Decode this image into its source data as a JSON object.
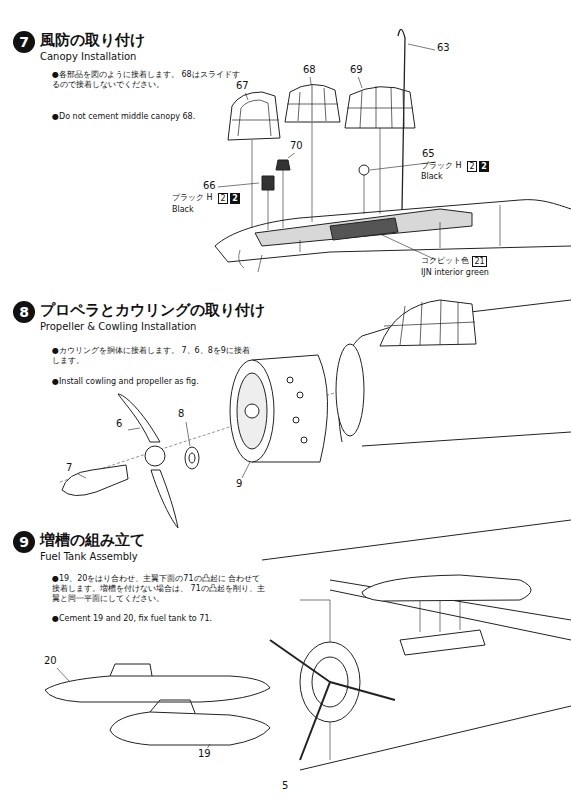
{
  "diagram": {
    "nodes": [
      {
        "text": [
          "7"
        ]
      },
      {
        "text": [
          "2"
        ]
      },
      {
        "text": [
          "2"
        ]
      },
      {
        "text": [
          "2"
        ]
      },
      {
        "text": [
          "2"
        ]
      },
      {
        "text": [
          "21"
        ]
      },
      {
        "text": [
          "8"
        ]
      },
      {
        "text": [
          "9"
        ]
      }
    ],
    "labels": [
      "風防の取り付け",
      "Canopy Installation",
      "●各部品を図のように接着します。 68はスライドするので接着しないでください。",
      "●Do not cement middle canopy 68.",
      "63",
      "67",
      "68",
      "69",
      "70",
      "65",
      "ブラック H",
      "Black",
      "66",
      "ブラック H",
      "Black",
      "コクピット色",
      "IJN interior green",
      "プロペラとカウリングの取り付け",
      "Propeller & Cowling Installation",
      "●カウリングを胴体に接着します。 7、6、8を9に接着します。",
      "●Install cowling and propeller as fig.",
      "6",
      "8",
      "7",
      "9",
      "増槽の組み立て",
      "Fuel Tank Assembly",
      "●19、20をはり合わせ、主翼下面の71の凸起に 合わせて接着します。増槽を付けない場合は、 71の凸起を削り、主翼と同一平面にしてください。",
      "●Cement 19 and 20, fix fuel tank to 71.",
      "20",
      "19",
      "5"
    ]
  }
}
